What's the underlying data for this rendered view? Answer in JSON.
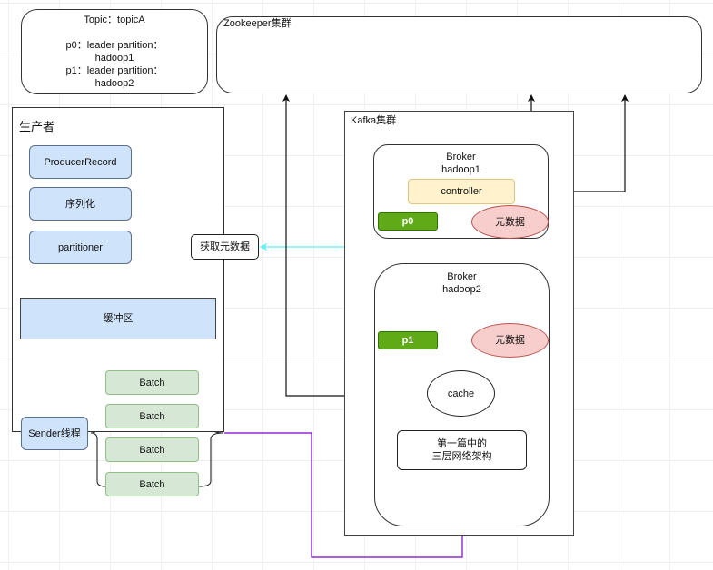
{
  "topic": {
    "title": "Topic：topicA",
    "lines": [
      "p0：leader partition：",
      "hadoop1",
      "p1：leader partition：",
      "hadoop2"
    ]
  },
  "zookeeper": {
    "label": "Zookeeper集群"
  },
  "producer": {
    "label": "生产者",
    "steps": [
      "ProducerRecord",
      "序列化",
      "partitioner"
    ],
    "buffer": "缓冲区",
    "sender": "Sender线程",
    "batches": [
      "Batch",
      "Batch",
      "Batch",
      "Batch"
    ]
  },
  "fetch_metadata": "获取元数据",
  "kafka": {
    "label": "Kafka集群",
    "brokers": [
      {
        "title": "Broker",
        "host": "hadoop1",
        "controller": "controller",
        "partition": "p0",
        "metadata": "元数据"
      },
      {
        "title": "Broker",
        "host": "hadoop2",
        "partition": "p1",
        "metadata": "元数据",
        "cache": "cache",
        "network": [
          "第一篇中的",
          "三层网络架构"
        ]
      }
    ]
  },
  "colors": {
    "producer_blue": "#cfe3fb",
    "batch_green": "#d6e8d5",
    "partition_green": "#60a917",
    "controller_yellow": "#fff2cc",
    "metadata_pink": "#f8cecc",
    "metadata_sync_red": "#b20000",
    "fetch_metadata_cyan": "#5ff0f7",
    "send_purple": "#7a00cc"
  }
}
